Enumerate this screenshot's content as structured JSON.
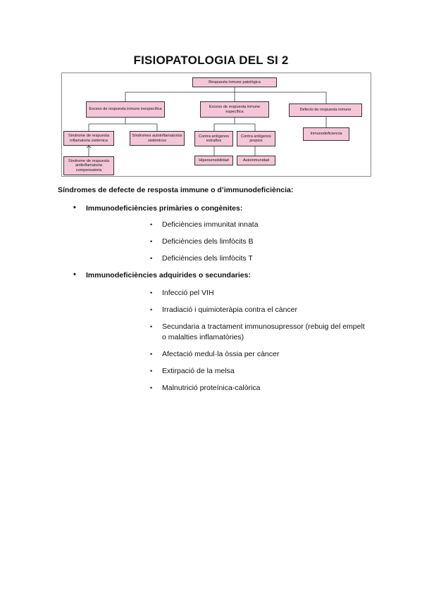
{
  "title": "FISIOPATOLOGIA DEL SI 2",
  "diagram": {
    "root": "Respuesta inmune patológica",
    "level1": [
      "Exceso de respuesta inmune inespecífica",
      "Exceso de respuesta inmune específica",
      "Defecto de respuesta inmune"
    ],
    "inespecifica_children": [
      "Síndrome de respuesta inflamatoria sistémica",
      "Síndromes autoinflamatorios sistémicos"
    ],
    "sirs_child": "Síndrome de respuesta antiinflamatoria compensatoria",
    "especifica_children": [
      "Contra antígenos extraños",
      "Contra antígenos propios"
    ],
    "extranos_child": "Hipersensibilidad",
    "propios_child": "Autoinmunidad",
    "defecto_child": "Inmunodeficiencia",
    "box_color": "#f4c6d7"
  },
  "section_heading": "Síndromes de defecte de resposta immune o d’immunodeficiència:",
  "groups": [
    {
      "label": "Immunodeficiències primàries o congènites:",
      "items": [
        "Deficiències immunitat innata",
        "Deficiències dels limfòcits B",
        "Deficiències dels limfòcits T"
      ]
    },
    {
      "label": "Immunodeficiències adquirides o secundaries:",
      "items": [
        "Infecció pel VIH",
        "Irradiació i quimioteràpia contra el càncer",
        "Secundaria a tractament immunosupressor (rebuig del empelt o malalties inflamatòries)",
        "Afectació medul·la òssia per càncer",
        "Extirpació de la melsa",
        "Malnutrició proteínica-calòrica"
      ]
    }
  ],
  "bullet_symbol": "•"
}
